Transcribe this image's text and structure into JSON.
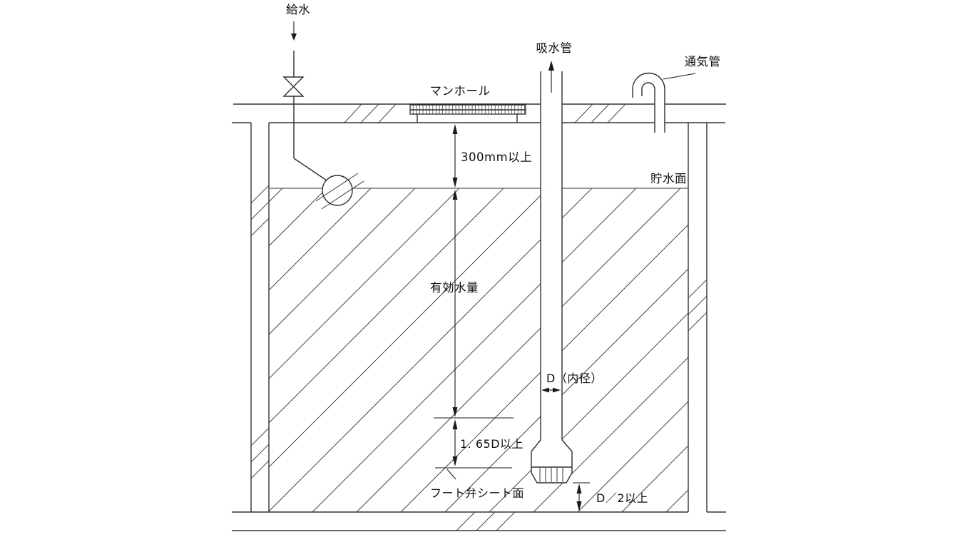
{
  "diagram": {
    "description": "Cross-section diagram of a water receiving tank with suction pipe clearances",
    "labels": {
      "supply_water": "給水",
      "suction_pipe": "吸水管",
      "vent_pipe": "通気管",
      "manhole": "マンホール",
      "clearance_top": "300mm以上",
      "water_surface": "貯水面",
      "effective_volume": "有効水量",
      "pipe_inner_diameter": "D（内径）",
      "foot_valve_clearance": "1. 65D以上",
      "foot_valve_seat": "フート弁シート面",
      "bottom_clearance": "D／2以上"
    },
    "colors": {
      "line": "#333333",
      "text": "#111111",
      "background": "#ffffff"
    }
  }
}
